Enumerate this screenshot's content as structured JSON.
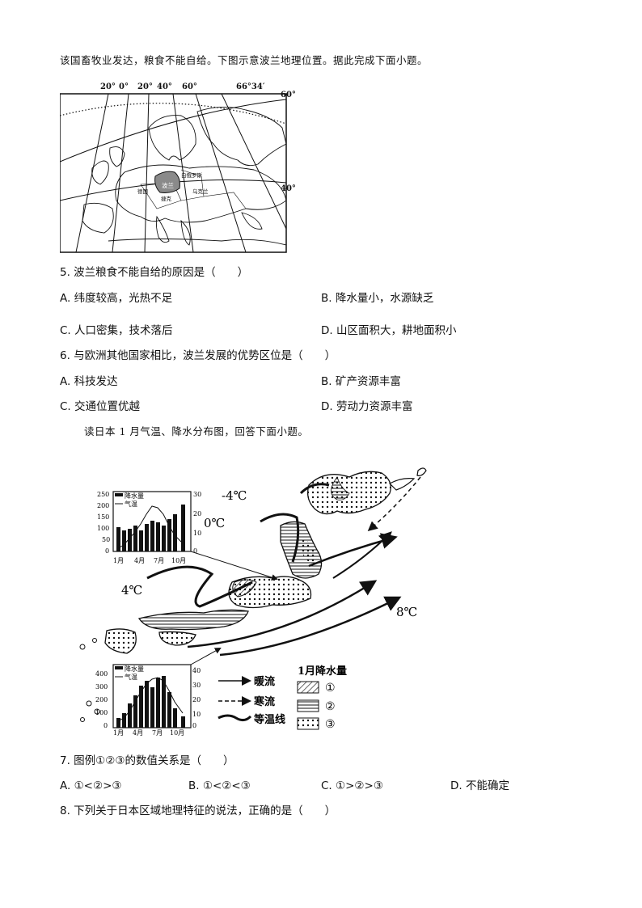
{
  "intro1": "该国畜牧业发达，粮食不能自给。下图示意波兰地理位置。据此完成下面小题。",
  "map1": {
    "lon_labels": [
      "20°",
      "0°",
      "20°",
      "40°",
      "60°",
      "66°34′"
    ],
    "lat_labels": [
      "60°",
      "40°"
    ],
    "countries": [
      "波兰",
      "白俄罗斯",
      "德国",
      "乌克兰",
      "捷克"
    ]
  },
  "q5": {
    "stem": "5. 波兰粮食不能自给的原因是（　　）",
    "a": "A. 纬度较高，光热不足",
    "b": "B. 降水量小，水源缺乏",
    "c": "C. 人口密集，技术落后",
    "d": "D. 山区面积大，耕地面积小"
  },
  "q6": {
    "stem": "6. 与欧洲其他国家相比，波兰发展的优势区位是（　　）",
    "a": "A. 科技发达",
    "b": "B. 矿产资源丰富",
    "c": "C. 交通位置优越",
    "d": "D. 劳动力资源丰富"
  },
  "intro2": "读日本 1 月气温、降水分布图，回答下面小题。",
  "map2": {
    "isotherms": [
      "-4℃",
      "0℃",
      "4℃",
      "8℃"
    ],
    "chart_top": {
      "legend_precip": "降水量",
      "legend_temp": "气温",
      "y_left": [
        "250",
        "200",
        "150",
        "100",
        "50",
        "0"
      ],
      "y_right": [
        "30",
        "20",
        "10",
        "0"
      ],
      "months": [
        "1月",
        "4月",
        "7月",
        "10月"
      ]
    },
    "chart_bottom": {
      "legend_precip": "降水量",
      "legend_temp": "气温",
      "y_left": [
        "400",
        "300",
        "200",
        "100",
        "0"
      ],
      "y_right": [
        "40",
        "30",
        "20",
        "10",
        "0"
      ],
      "months": [
        "1月",
        "4月",
        "7月",
        "10月"
      ]
    },
    "legend": {
      "warm": "暖流",
      "cold": "寒流",
      "iso": "等温线",
      "precip_title": "1月降水量",
      "l1": "①",
      "l2": "②",
      "l3": "③"
    }
  },
  "q7": {
    "stem": "7. 图例①②③的数值关系是（　　）",
    "a": "A. ①<②>③",
    "b": "B. ①<②<③",
    "c": "C. ①>②>③",
    "d": "D. 不能确定"
  },
  "q8": {
    "stem": "8. 下列关于日本区域地理特征的说法，正确的是（　　）"
  }
}
